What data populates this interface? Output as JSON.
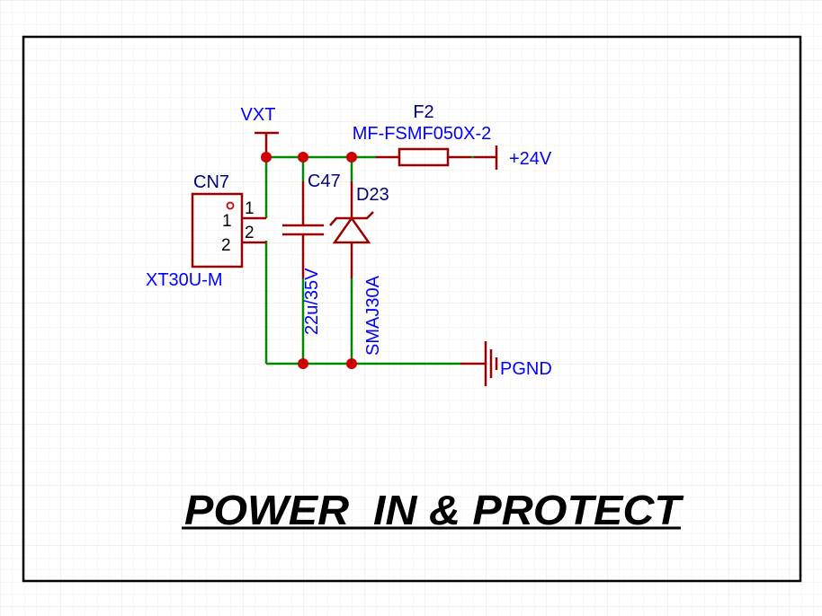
{
  "sheet": {
    "title": "POWER_IN & PROTECT",
    "grid_color": "#ececec",
    "border_color": "#000000"
  },
  "colors": {
    "wire": "#008800",
    "symbol": "#990000",
    "junction": "#cc0000",
    "designator": "#000080",
    "value": "#0000ff",
    "net": "#0000ff"
  },
  "nets": {
    "vxt": "VXT",
    "plus24v": "+24V",
    "pgnd": "PGND"
  },
  "components": {
    "cn7": {
      "designator": "CN7",
      "value": "XT30U-M",
      "pins": [
        {
          "number": "1",
          "name": "1"
        },
        {
          "number": "2",
          "name": "2"
        }
      ]
    },
    "c47": {
      "designator": "C47",
      "value": "22u/35V"
    },
    "d23": {
      "designator": "D23",
      "value": "SMAJ30A"
    },
    "f2": {
      "designator": "F2",
      "value": "MF-FSMF050X-2"
    }
  }
}
